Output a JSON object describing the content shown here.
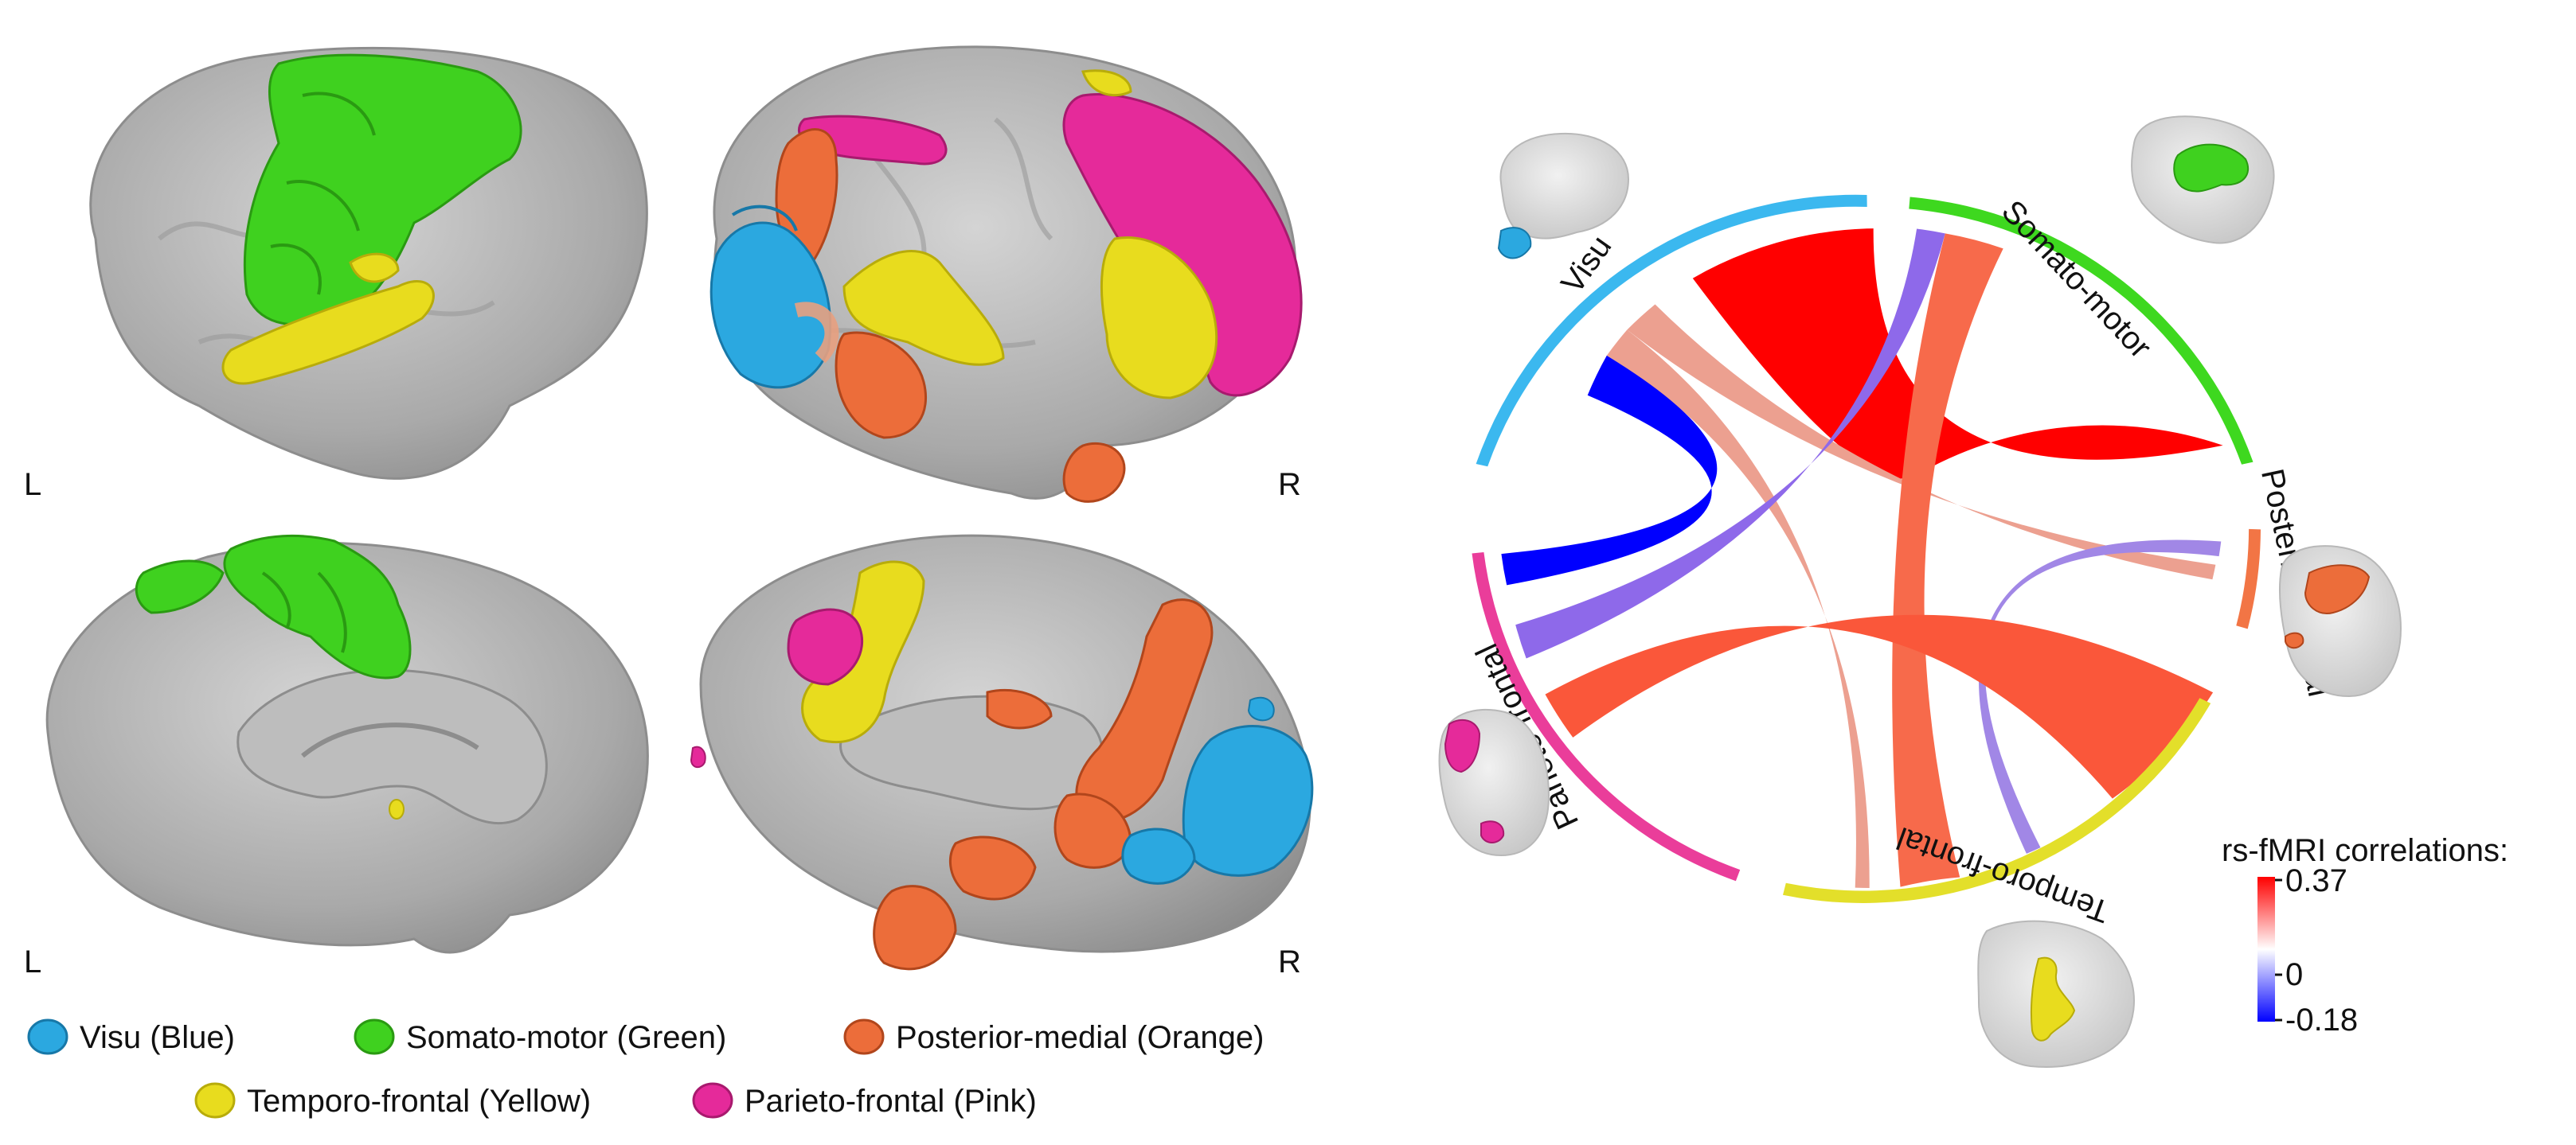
{
  "brain_views": {
    "top_left": {
      "hemi_label": "L"
    },
    "top_right": {
      "hemi_label": "R"
    },
    "bottom_left": {
      "hemi_label": "L"
    },
    "bottom_right": {
      "hemi_label": "R"
    }
  },
  "legend": {
    "items": [
      {
        "label": "Visu (Blue)",
        "color": "#2ba8e0"
      },
      {
        "label": "Somato-motor (Green)",
        "color": "#3fd11f"
      },
      {
        "label": "Posterior-medial (Orange)",
        "color": "#ec6d3a"
      },
      {
        "label": "Temporo-frontal (Yellow)",
        "color": "#e8dc1e"
      },
      {
        "label": "Parieto-frontal (Pink)",
        "color": "#e52a9a"
      }
    ]
  },
  "chord": {
    "networks": [
      {
        "id": "visu",
        "label": "Visu",
        "color": "#3bb8ef"
      },
      {
        "id": "somato",
        "label": "Somato-motor",
        "color": "#3ed81f"
      },
      {
        "id": "postmed",
        "label": "Posterior-medial",
        "color": "#f27545"
      },
      {
        "id": "tempfront",
        "label": "Temporo-frontal",
        "color": "#e3df2a"
      },
      {
        "id": "parfront",
        "label": "Parieto-frontal",
        "color": "#ea3d9a"
      }
    ],
    "colorbar": {
      "title": "rs-fMRI correlations:",
      "max_label": "0.37",
      "mid_label": "0",
      "min_label": "-0.18",
      "colors": [
        "#ff0000",
        "#ffffff",
        "#0000ff"
      ]
    }
  }
}
